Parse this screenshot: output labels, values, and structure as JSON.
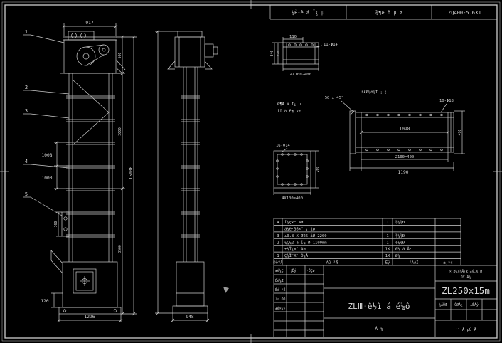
{
  "header": {
    "cell1": "¼È¹ê á Ï¿ µ",
    "cell2": "¾¶Æ ñ µ ø",
    "cell3": "ZQ400-5.6Ⅻ"
  },
  "front_view": {
    "balloons": [
      "1",
      "2",
      "3",
      "4",
      "5"
    ],
    "dim_top_width": "917",
    "dim_head_height": "500",
    "dim_upper": "3000",
    "dim_lower": "3500",
    "dim_total": "15000",
    "dim_1008": "1008",
    "dim_1000": "1000",
    "dim_360": "360",
    "dim_120": "120",
    "dim_base": "1296"
  },
  "side_view": {
    "dim_base": "948"
  },
  "detail_channel": {
    "dim_width": "110",
    "dim_h_outer": "340",
    "dim_h_inner": "220",
    "holes": "11-Φ14",
    "spacing": "4X100-400"
  },
  "detail_plate": {
    "note_top": "ª£Ø¼ô¾Ì ¡ ¦",
    "note_left1": "Ø¶Æ á Ï¿ µ",
    "note_left2": "ÎÏ ò Ê¶ ×ª",
    "chamfer": "50 x 45°",
    "holes": "10-Φ18",
    "dim_span": "1098",
    "dim_height": "470",
    "dim_bottom1": "2100=400",
    "dim_bottom2": "1190"
  },
  "detail_square": {
    "holes": "16-Φ14",
    "dim_height": "260",
    "spacing": "4X100=400"
  },
  "bom": {
    "rows": [
      {
        "no": "4",
        "name": "Î¼ç×° Aø",
        "qty": "1",
        "mat": "¾¼¾Ð"
      },
      {
        "no": "",
        "name": "á¼è·36×¨ ¡ 1ø",
        "qty": "",
        "mat": ""
      },
      {
        "no": "3",
        "name": "±0.8 X Ø26 áØ-2200",
        "qty": "1",
        "mat": "¾¼¾Ð"
      },
      {
        "no": "2",
        "name": "¼Ç¼2 á Î¼ Ø-1100mm",
        "qty": "1",
        "mat": "¾¼¾Ð"
      },
      {
        "no": "",
        "name": "±¼Ï¿×¨ Aø",
        "qty": "1X",
        "mat": "Ø¼ á Å·"
      },
      {
        "no": "1",
        "name": "Ç¾Ï¨X¨ Ó¼Å",
        "qty": "1X",
        "mat": "Ø¼"
      }
    ],
    "header": {
      "no": "ÐòºÅ",
      "name": "Ãû ³Æ",
      "qty": "Êý",
      "mat": "²ÄÁÏ",
      "rem": "±¸×¢"
    }
  },
  "titleblock": {
    "sig_r1c1": "±ê¼Ç",
    "sig_r1c2": "´¦Êý",
    "sig_r1c3": "·ÖÇø",
    "sig_r2c1": "Éè¼Æ",
    "sig_r3c1": "Éó ºË",
    "sig_r4c1": "¹¤ ÒÕ",
    "sig_r5c1": "±ê×¼»¯",
    "title": "ZLⅢ·ê½ì á é¼ô",
    "model": "ZL250x15m",
    "right_note": "× Ø¼X¼Å¿Æ ±ý,X Ø",
    "right_note2": "ÖÝ Å¼",
    "grid_c1": "¼ÅÖÆ",
    "grid_c2": "ÖØÁ¿",
    "grid_c3": "±ÈÀý",
    "sheet_center": "Á ¼",
    "sheet_right": "¹² Å µÚ Å"
  }
}
